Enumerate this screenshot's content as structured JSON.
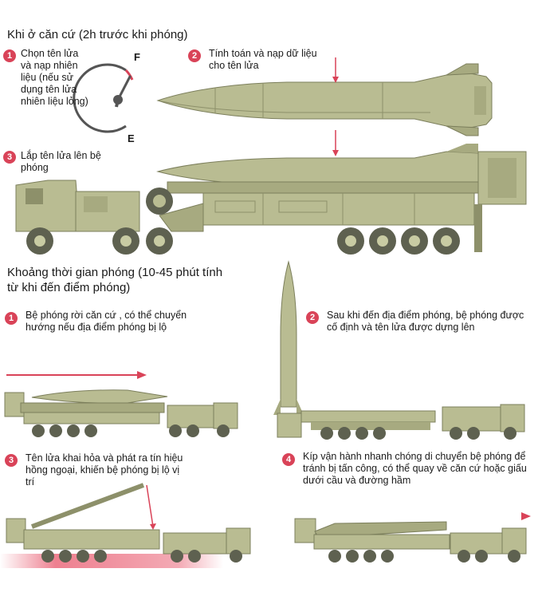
{
  "sections": [
    {
      "title": "Khi ở căn cứ (2h trước khi phóng)"
    },
    {
      "title": "Khoảng thời gian phóng (10-45 phút tính từ khi đến điểm phóng)"
    }
  ],
  "base_steps": [
    {
      "num": "1",
      "text": "Chọn tên lửa và nạp nhiên liệu (nếu sử dụng tên lửa nhiên liệu lỏng)"
    },
    {
      "num": "2",
      "text": "Tính toán và nạp dữ liệu cho tên lửa"
    },
    {
      "num": "3",
      "text": "Lắp tên lửa lên bệ phóng"
    }
  ],
  "gauge": {
    "full_label": "F",
    "empty_label": "E"
  },
  "launch_steps": [
    {
      "num": "1",
      "text": "Bệ phóng rời căn cứ , có thể chuyển hướng nếu địa điểm phóng bị lộ"
    },
    {
      "num": "2",
      "text": "Sau khi đến địa điểm phóng, bệ phóng được cố định và tên lửa được dựng lên"
    },
    {
      "num": "3",
      "text": "Tên lửa khai hỏa và phát ra tín hiệu hồng ngoại, khiến bệ phóng bị lộ vị trí"
    },
    {
      "num": "4",
      "text": "Kíp vận hành nhanh chóng di chuyển bệ phóng để tránh bị tấn công, có thể quay về căn cứ hoặc giấu dưới cầu và đường hầm"
    }
  ],
  "colors": {
    "accent": "#d94358",
    "olive": "#b9bc92",
    "olive_dark": "#8d906a",
    "wheel": "#5e6150",
    "text": "#1a1a1a"
  }
}
